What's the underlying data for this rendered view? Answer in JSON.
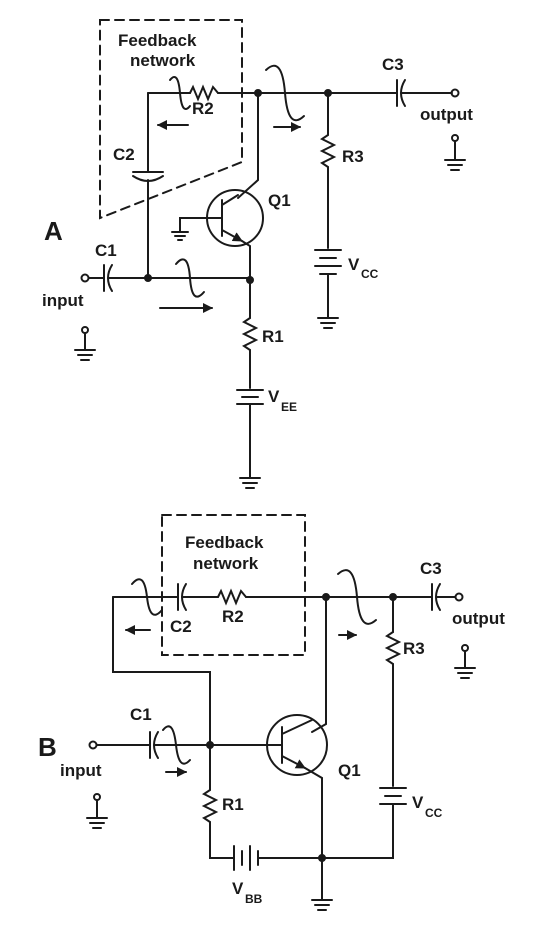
{
  "diagram_a": {
    "letter": "A",
    "feedback_line1": "Feedback",
    "feedback_line2": "network",
    "r2": "R2",
    "c2": "C2",
    "c3": "C3",
    "output": "output",
    "r3": "R3",
    "q1": "Q1",
    "c1": "C1",
    "input": "input",
    "r1": "R1",
    "vcc_main": "V",
    "vcc_sub": "CC",
    "vee_main": "V",
    "vee_sub": "EE"
  },
  "diagram_b": {
    "letter": "B",
    "feedback_line1": "Feedback",
    "feedback_line2": "network",
    "c2": "C2",
    "r2": "R2",
    "c3": "C3",
    "output": "output",
    "r3": "R3",
    "c1": "C1",
    "input": "input",
    "q1": "Q1",
    "r1": "R1",
    "vcc_main": "V",
    "vcc_sub": "CC",
    "vbb_main": "V",
    "vbb_sub": "BB"
  }
}
